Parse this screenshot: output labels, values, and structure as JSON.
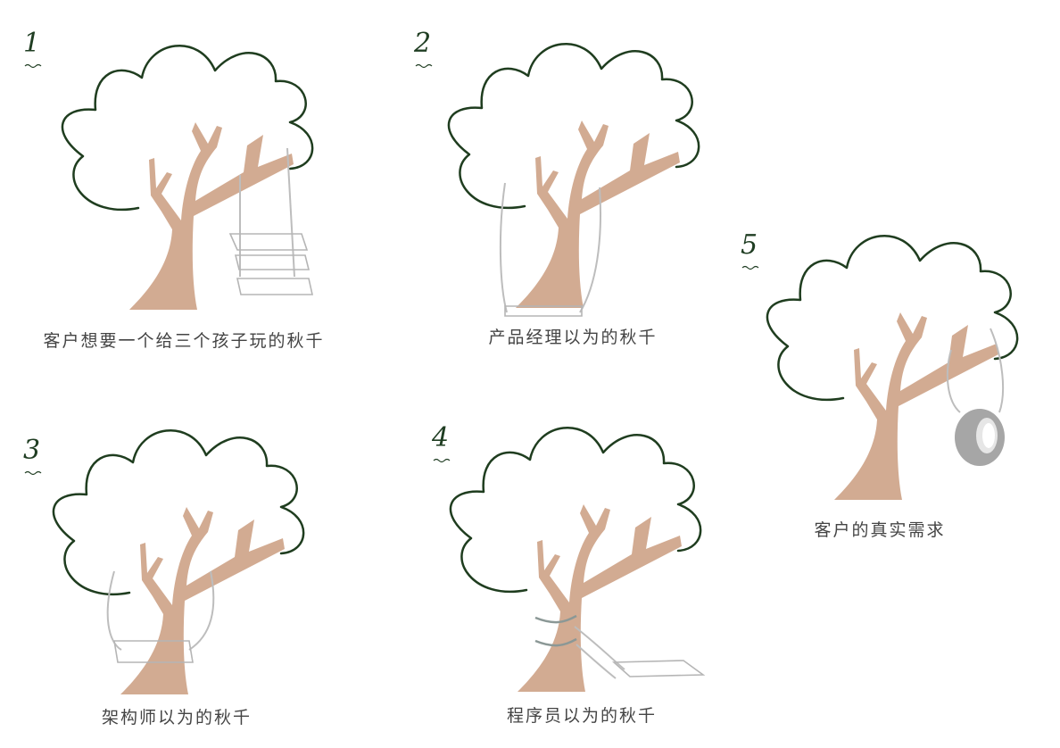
{
  "panels": [
    {
      "number": "1",
      "caption": "客户想要一个给三个孩子玩的秋千"
    },
    {
      "number": "2",
      "caption": "产品经理以为的秋千"
    },
    {
      "number": "3",
      "caption": "架构师以为的秋千"
    },
    {
      "number": "4",
      "caption": "程序员以为的秋千"
    },
    {
      "number": "5",
      "caption": "客户的真实需求"
    }
  ],
  "colors": {
    "trunk": "#d2ab92",
    "outline": "#1f3d1f",
    "rope": "#bdbdbd",
    "tire": "#a6a6a6"
  },
  "icons": [
    "tree-icon",
    "swing-icon",
    "tire-swing-icon"
  ]
}
